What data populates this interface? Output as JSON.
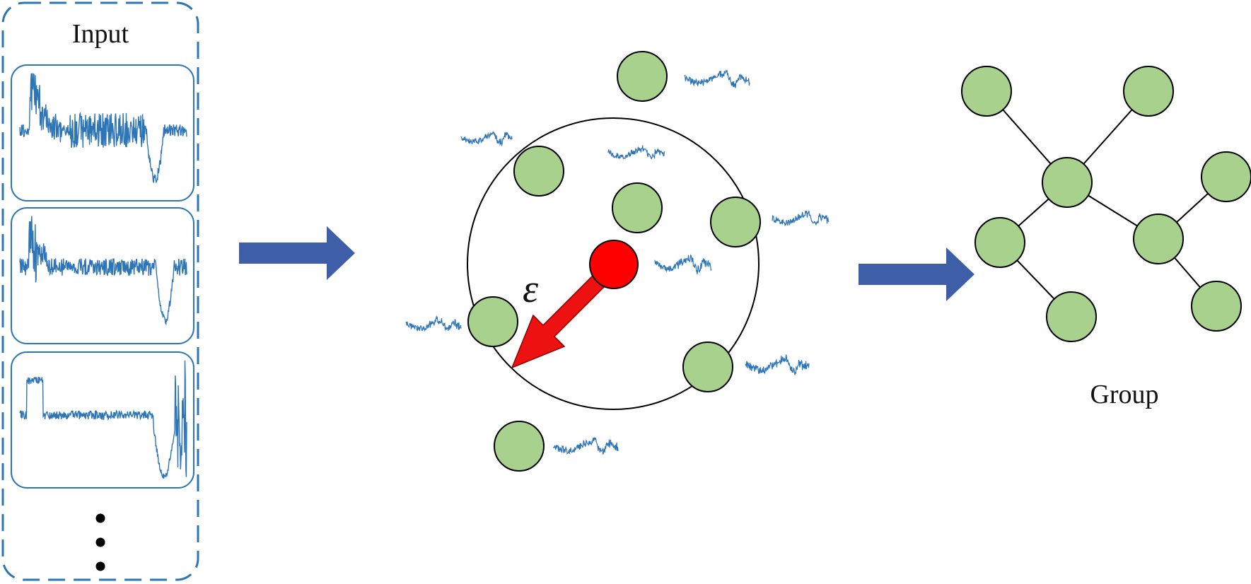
{
  "input_panel": {
    "title": "Input",
    "ellipsis": "⋮"
  },
  "neighborhood": {
    "epsilon_label": "ε"
  },
  "graph": {
    "title": "Group"
  },
  "colors": {
    "panel_border": "#2e75b6",
    "signal": "#2e75b6",
    "arrow": "#3e5fa8",
    "node_fill": "#a9d18e",
    "node_stroke": "#000000",
    "center_node": "#ff0000",
    "radius_arrow": "#ee1111"
  }
}
